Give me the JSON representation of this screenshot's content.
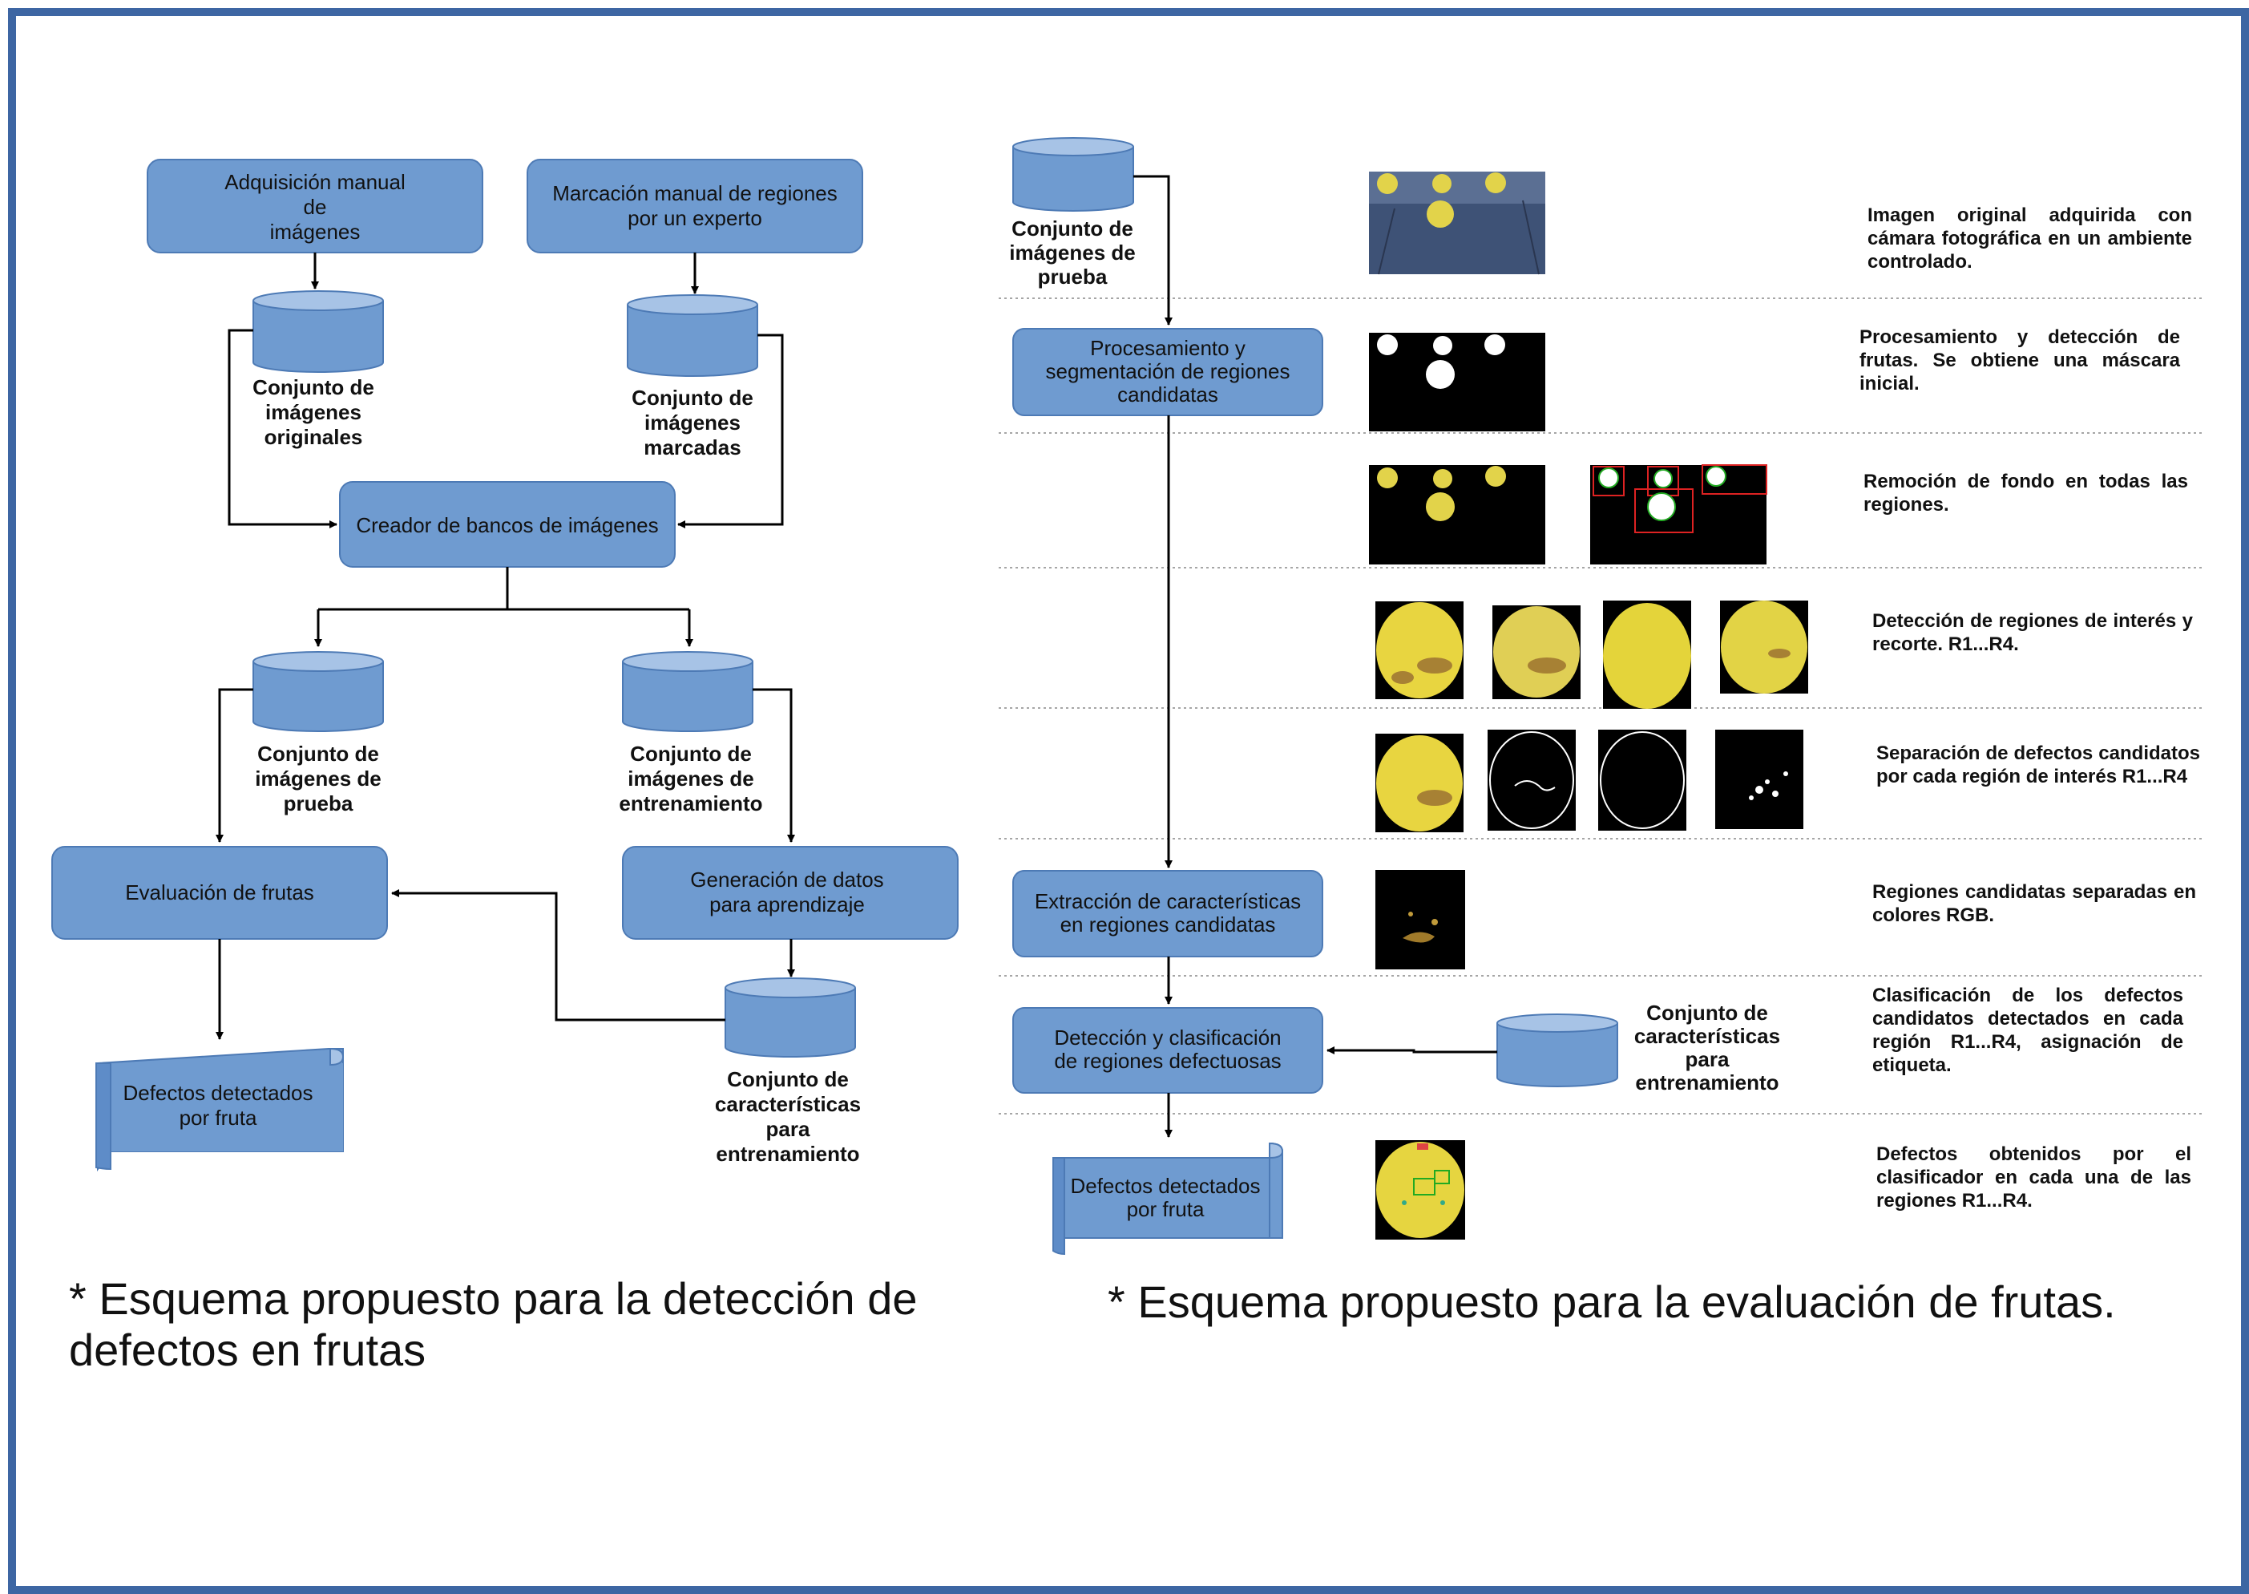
{
  "left": {
    "adq": "Adquisición manual de imágenes",
    "adq_l1": "Adquisición manual",
    "adq_l2": "de",
    "adq_l3": "imágenes",
    "marc_l1": "Marcación manual de regiones",
    "marc_l2": "por un experto",
    "db_orig": [
      "Conjunto de",
      "imágenes",
      "originales"
    ],
    "db_marc": [
      "Conjunto de",
      "imágenes",
      "marcadas"
    ],
    "creador": "Creador de bancos de imágenes",
    "db_prueba": [
      "Conjunto de",
      "imágenes de",
      "prueba"
    ],
    "db_entren": [
      "Conjunto de",
      "imágenes de",
      "entrenamiento"
    ],
    "evaluacion": "Evaluación de frutas",
    "gen_l1": "Generación de datos",
    "gen_l2": "para aprendizaje",
    "defectos_l1": "Defectos detectados",
    "defectos_l2": "por fruta",
    "db_caract": [
      "Conjunto de",
      "características",
      "para",
      "entrenamiento"
    ],
    "caption_l1": "* Esquema propuesto para la detección de",
    "caption_l2": "defectos en frutas"
  },
  "right": {
    "db_prueba": [
      "Conjunto de",
      "imágenes de",
      "prueba"
    ],
    "proc": [
      "Procesamiento y",
      "segmentación de regiones",
      "candidatas"
    ],
    "extr": [
      "Extracción de características",
      "en regiones candidatas"
    ],
    "detc": [
      "Detección y clasificación",
      "de regiones defectuosas"
    ],
    "def": [
      "Defectos detectados",
      "por fruta"
    ],
    "db_caract": [
      "Conjunto de",
      "características",
      "para",
      "entrenamiento"
    ],
    "desc1": "Imagen original adquirida con cámara fotográfica en un ambiente controlado.",
    "desc2": "Procesamiento y detección de frutas. Se obtiene una máscara inicial.",
    "desc3": "Remoción de fondo en todas las regiones.",
    "desc4": "Detección de regiones de interés y recorte. R1...R4.",
    "desc5": "Separación de defectos candidatos por cada región de interés R1...R4",
    "desc6": "Regiones candidatas separadas en colores RGB.",
    "desc7": "Clasificación de los defectos candidatos detectados en cada región R1...R4, asignación de etiqueta.",
    "desc8": "Defectos obtenidos por el clasificador en cada una de las regiones R1...R4.",
    "caption": "* Esquema propuesto para la evaluación de frutas."
  },
  "colors": {
    "box_fill": "#6f9bd0",
    "box_stroke": "#4d7ab5",
    "frame": "#3d66a3"
  }
}
